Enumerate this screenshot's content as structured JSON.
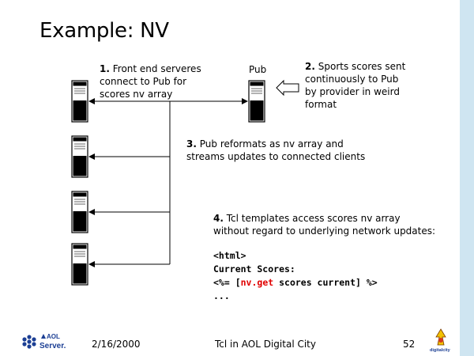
{
  "slide": {
    "title": "Example: NV",
    "pub_label": "Pub",
    "step1": {
      "num": "1.",
      "lines": [
        "Front end serveres",
        "connect to Pub for",
        "scores nv array"
      ]
    },
    "step2": {
      "num": "2.",
      "lines": [
        "Sports scores sent",
        "continuously to Pub",
        "by provider in weird",
        "format"
      ]
    },
    "step3": {
      "num": "3.",
      "lines": [
        "Pub reformats as nv array and",
        "streams updates to connected clients"
      ]
    },
    "step4": {
      "num": "4.",
      "lines": [
        "Tcl templates access scores nv array",
        "without regard to underlying network updates:"
      ]
    },
    "code": {
      "line1": "<html>",
      "line2": "Current Scores:",
      "line3_pre": "<%= [",
      "line3_red": "nv.get",
      "line3_post": " scores current] %>",
      "line4": "..."
    }
  },
  "footer": {
    "date": "2/16/2000",
    "center": "Tcl in AOL Digital City",
    "page": "52",
    "aol_logo_text_1": "AOL",
    "aol_logo_text_2": "Server.",
    "dc_logo_text": "digitalcity"
  },
  "colors": {
    "stripe": "#cfe5f1",
    "code_highlight": "#e00000",
    "aol_blue": "#1c3f94"
  }
}
